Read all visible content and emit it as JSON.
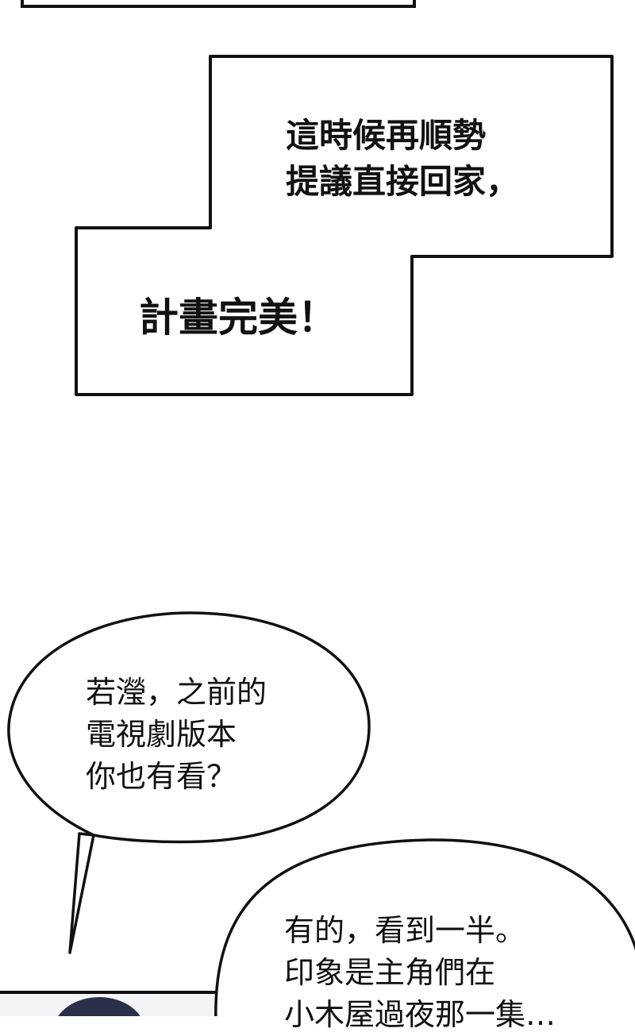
{
  "narration": {
    "lines": [
      "這時候再順勢",
      "提議直接回家，"
    ],
    "emphasis": "計畫完美！"
  },
  "bubble_1": {
    "lines": [
      "若瀅，之前的",
      "電視劇版本",
      "你也有看？"
    ]
  },
  "bubble_2": {
    "lines": [
      "有的，看到一半。",
      "印象是主角們在",
      "小木屋過夜那一集…"
    ]
  },
  "colors": {
    "ink": "#111111",
    "paper": "#ffffff",
    "hair": "#2b2f4a"
  }
}
